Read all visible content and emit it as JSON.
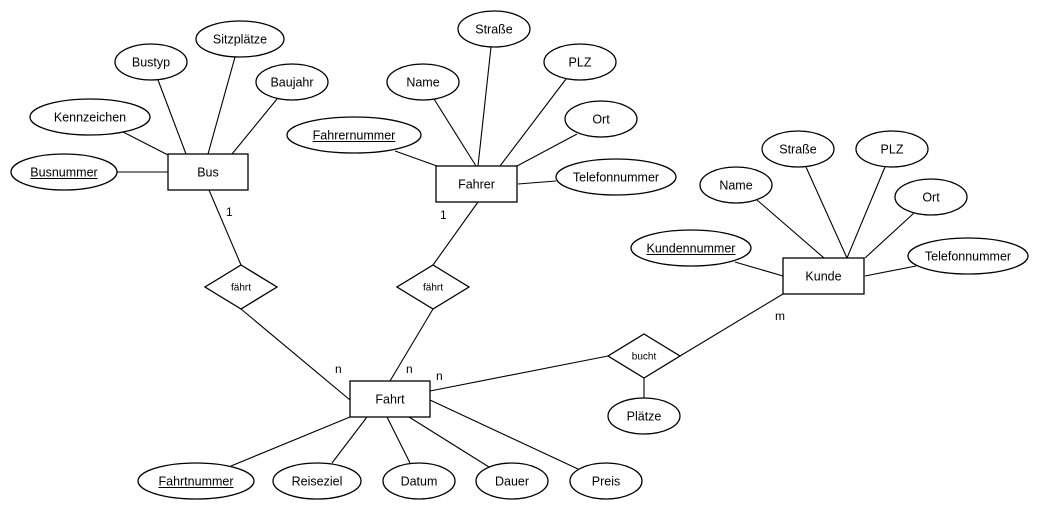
{
  "diagram": {
    "type": "entity-relationship",
    "entities": [
      {
        "id": "bus",
        "label": "Bus"
      },
      {
        "id": "fahrer",
        "label": "Fahrer"
      },
      {
        "id": "kunde",
        "label": "Kunde"
      },
      {
        "id": "fahrt",
        "label": "Fahrt"
      }
    ],
    "relationships": [
      {
        "id": "faehrt_bus",
        "label": "fährt",
        "from": "bus",
        "to": "fahrt",
        "from_card": "1",
        "to_card": "n"
      },
      {
        "id": "faehrt_fahrer",
        "label": "fährt",
        "from": "fahrer",
        "to": "fahrt",
        "from_card": "1",
        "to_card": "n"
      },
      {
        "id": "bucht",
        "label": "bucht",
        "from": "fahrt",
        "to": "kunde",
        "from_card": "n",
        "to_card": "m"
      }
    ],
    "attributes": [
      {
        "id": "bus_busnummer",
        "owner": "bus",
        "label": "Busnummer",
        "key": true
      },
      {
        "id": "bus_kennzeichen",
        "owner": "bus",
        "label": "Kennzeichen",
        "key": false
      },
      {
        "id": "bus_bustyp",
        "owner": "bus",
        "label": "Bustyp",
        "key": false
      },
      {
        "id": "bus_sitzplaetze",
        "owner": "bus",
        "label": "Sitzplätze",
        "key": false
      },
      {
        "id": "bus_baujahr",
        "owner": "bus",
        "label": "Baujahr",
        "key": false
      },
      {
        "id": "fahrer_fahrernummer",
        "owner": "fahrer",
        "label": "Fahrernummer",
        "key": true
      },
      {
        "id": "fahrer_name",
        "owner": "fahrer",
        "label": "Name",
        "key": false
      },
      {
        "id": "fahrer_strasse",
        "owner": "fahrer",
        "label": "Straße",
        "key": false
      },
      {
        "id": "fahrer_plz",
        "owner": "fahrer",
        "label": "PLZ",
        "key": false
      },
      {
        "id": "fahrer_ort",
        "owner": "fahrer",
        "label": "Ort",
        "key": false
      },
      {
        "id": "fahrer_telefon",
        "owner": "fahrer",
        "label": "Telefonnummer",
        "key": false
      },
      {
        "id": "kunde_kundennummer",
        "owner": "kunde",
        "label": "Kundennummer",
        "key": true
      },
      {
        "id": "kunde_name",
        "owner": "kunde",
        "label": "Name",
        "key": false
      },
      {
        "id": "kunde_strasse",
        "owner": "kunde",
        "label": "Straße",
        "key": false
      },
      {
        "id": "kunde_plz",
        "owner": "kunde",
        "label": "PLZ",
        "key": false
      },
      {
        "id": "kunde_ort",
        "owner": "kunde",
        "label": "Ort",
        "key": false
      },
      {
        "id": "kunde_telefon",
        "owner": "kunde",
        "label": "Telefonnummer",
        "key": false
      },
      {
        "id": "fahrt_fahrtnummer",
        "owner": "fahrt",
        "label": "Fahrtnummer",
        "key": true
      },
      {
        "id": "fahrt_reiseziel",
        "owner": "fahrt",
        "label": "Reiseziel",
        "key": false
      },
      {
        "id": "fahrt_datum",
        "owner": "fahrt",
        "label": "Datum",
        "key": false
      },
      {
        "id": "fahrt_dauer",
        "owner": "fahrt",
        "label": "Dauer",
        "key": false
      },
      {
        "id": "fahrt_preis",
        "owner": "fahrt",
        "label": "Preis",
        "key": false
      },
      {
        "id": "bucht_plaetze",
        "owner": "bucht",
        "label": "Plätze",
        "key": false
      }
    ]
  }
}
